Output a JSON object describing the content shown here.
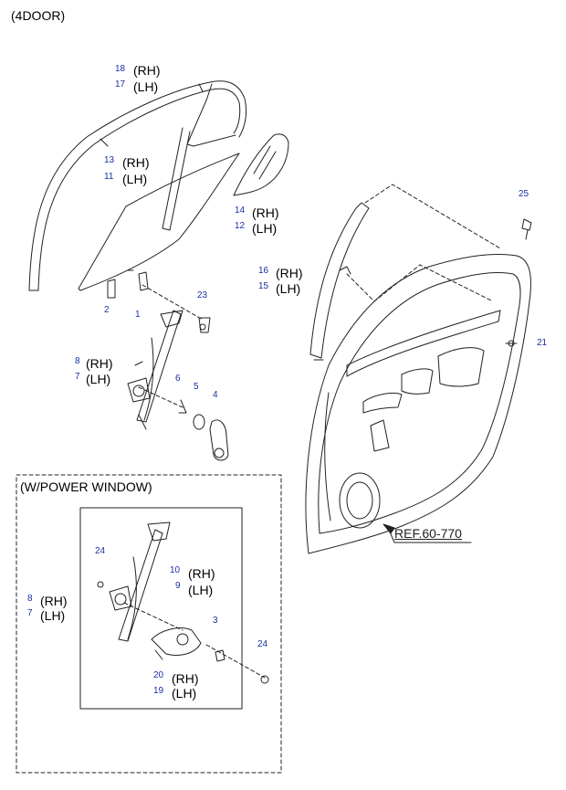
{
  "header": {
    "title": "(4DOOR)"
  },
  "power_window": {
    "title": "(W/POWER WINDOW)"
  },
  "reference": {
    "text": "REF.60-770"
  },
  "side": {
    "rh": "(RH)",
    "lh": "(LH)"
  },
  "callouts": {
    "n18": "18",
    "n17": "17",
    "n13": "13",
    "n11": "11",
    "n14": "14",
    "n12": "12",
    "n16": "16",
    "n15": "15",
    "n25": "25",
    "n23": "23",
    "n21": "21",
    "n2": "2",
    "n1": "1",
    "n8": "8",
    "n7": "7",
    "n6": "6",
    "n5": "5",
    "n4": "4",
    "n24a": "24",
    "n10": "10",
    "n9": "9",
    "n8b": "8",
    "n7b": "7",
    "n3": "3",
    "n24b": "24",
    "n20": "20",
    "n19": "19"
  }
}
